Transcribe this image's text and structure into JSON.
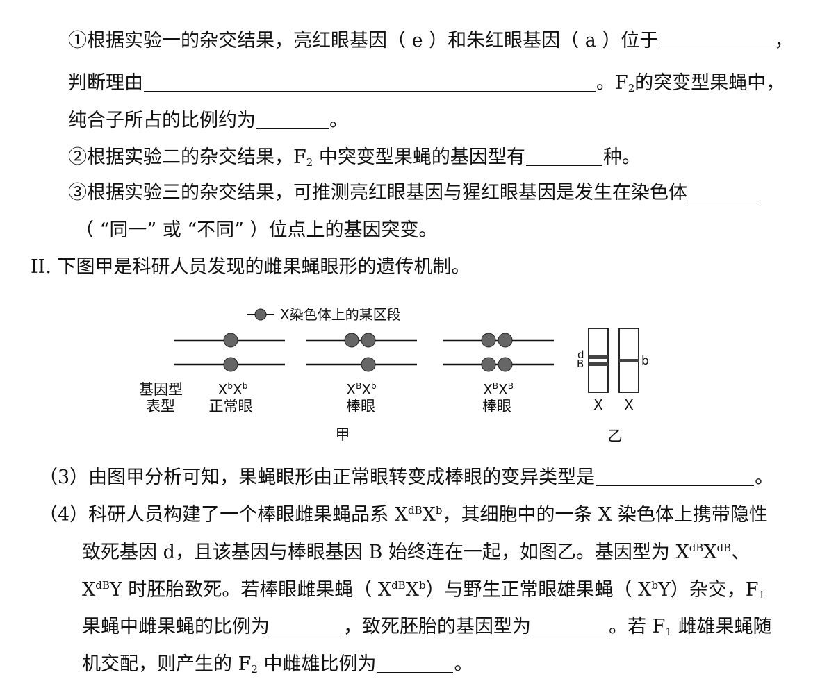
{
  "q1": {
    "p1_a": "①根据实验一的杂交结果，亮红眼基因（ e ）和朱红眼基因（ a ）位于",
    "p1_b": "，",
    "p2_a": "判断理由",
    "p2_b": "。F",
    "p2_sub": "2",
    "p2_c": "的突变型果蝇中，",
    "p3_a": "纯合子所占的比例约为",
    "p3_b": "。"
  },
  "q2": {
    "a": "②根据实验二的杂交结果，F",
    "sub": "2",
    "b": " 中突变型果蝇的基因型有",
    "c": "种。"
  },
  "q3": {
    "a": "③根据实验三的杂交结果，可推测亮红眼基因与猩红眼基因是发生在染色体",
    "b": "（ “同一” 或 “不同” ）位点上的基因突变。"
  },
  "part2": {
    "heading": "II.  下图甲是科研人员发现的雌果蝇眼形的遗传机制。"
  },
  "figure": {
    "legend": "X染色体上的某区段",
    "row_label_genotype": "基因型",
    "row_label_phenotype": "表型",
    "groups": [
      {
        "genotype_base": "X",
        "sup1": "b",
        "genotype_mid": "X",
        "sup2": "b",
        "phenotype": "正常眼"
      },
      {
        "genotype_base": "X",
        "sup1": "B",
        "genotype_mid": "X",
        "sup2": "b",
        "phenotype": "棒眼"
      },
      {
        "genotype_base": "X",
        "sup1": "B",
        "genotype_mid": "X",
        "sup2": "B",
        "phenotype": "棒眼"
      }
    ],
    "caption_jia": "甲",
    "caption_yi": "乙",
    "yi_label_d": "d",
    "yi_label_B": "B",
    "yi_label_b": "b",
    "yi_chrom_1": "X",
    "yi_chrom_2": "X"
  },
  "q4": {
    "a": "（3）由图甲分析可知，果蝇眼形由正常眼转变成棒眼的变异类型是",
    "b": "。"
  },
  "q5": {
    "l1_a": "（4）科研人员构建了一个棒眼雌果蝇品系 X",
    "l1_sup1": "dB",
    "l1_b": "X",
    "l1_sup2": "b",
    "l1_c": "，其细胞中的一条 X 染色体上携带隐性",
    "l2_a": "致死基因 d，且该基因与棒眼基因 B 始终连在一起，如图乙。基因型为 X",
    "l2_sup1": "dB",
    "l2_b": "X",
    "l2_sup2": "dB",
    "l2_c": "、",
    "l3_a": "X",
    "l3_sup1": "dB",
    "l3_b": "Y 时胚胎致死。若棒眼雌果蝇（ X",
    "l3_sup2": "dB",
    "l3_c": "X",
    "l3_sup3": "b",
    "l3_d": "）与野生正常眼雄果蝇（ X",
    "l3_sup4": "b",
    "l3_e": "Y）杂交，F",
    "l3_sub": "1",
    "l4_a": "果蝇中雌果蝇的比例为",
    "l4_b": "，致死胚胎的基因型为",
    "l4_c": "。若 F",
    "l4_sub": "1",
    "l4_d": " 雌雄果蝇随",
    "l5_a": "机交配，则产生的 F",
    "l5_sub": "2",
    "l5_b": " 中雌雄比例为",
    "l5_c": "。"
  }
}
